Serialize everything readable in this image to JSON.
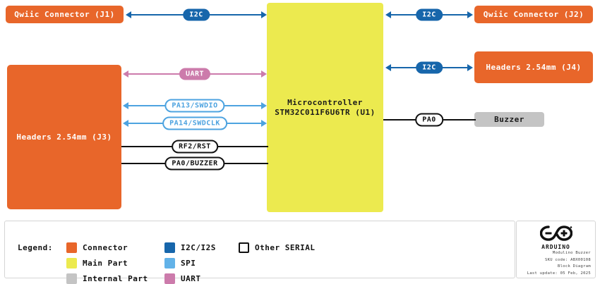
{
  "diagram": {
    "title": "Modulino Buzzer Block Diagram",
    "blocks": {
      "j1": "Qwiic Connector (J1)",
      "j3": "Headers 2.54mm (J3)",
      "u1_line1": "Microcontroller",
      "u1_line2": "STM32C011F6U6TR (U1)",
      "j2": "Qwiic Connector (J2)",
      "j4": "Headers 2.54mm (J4)",
      "buzzer": "Buzzer"
    },
    "connections": {
      "j1_u1": "I2C",
      "j3_u1_uart": "UART",
      "j3_u1_swdio": "PA13/SWDIO",
      "j3_u1_swdclk": "PA14/SWDCLK",
      "j3_u1_rst": "RF2/RST",
      "j3_u1_buzzer": "PA0/BUZZER",
      "u1_j2": "I2C",
      "u1_j4": "I2C",
      "u1_buzzer": "PA0"
    }
  },
  "legend": {
    "title": "Legend:",
    "items": [
      {
        "label": "Connector",
        "color": "#e8662a",
        "style": "fill"
      },
      {
        "label": "Main Part",
        "color": "#ecea4f",
        "style": "fill"
      },
      {
        "label": "Internal Part",
        "color": "#c4c4c4",
        "style": "fill"
      },
      {
        "label": "I2C/I2S",
        "color": "#1766ab",
        "style": "fill"
      },
      {
        "label": "SPI",
        "color": "#62b2e8",
        "style": "fill"
      },
      {
        "label": "UART",
        "color": "#cc7bab",
        "style": "fill"
      },
      {
        "label": "Other SERIAL",
        "color": "#111111",
        "style": "outline"
      }
    ]
  },
  "titleblock": {
    "logo_word": "ARDUINO",
    "meta": [
      "Modulino Buzzer",
      "SKU code: ABX00108",
      "Block Diagram",
      "Last update: 05 Feb, 2025"
    ]
  }
}
